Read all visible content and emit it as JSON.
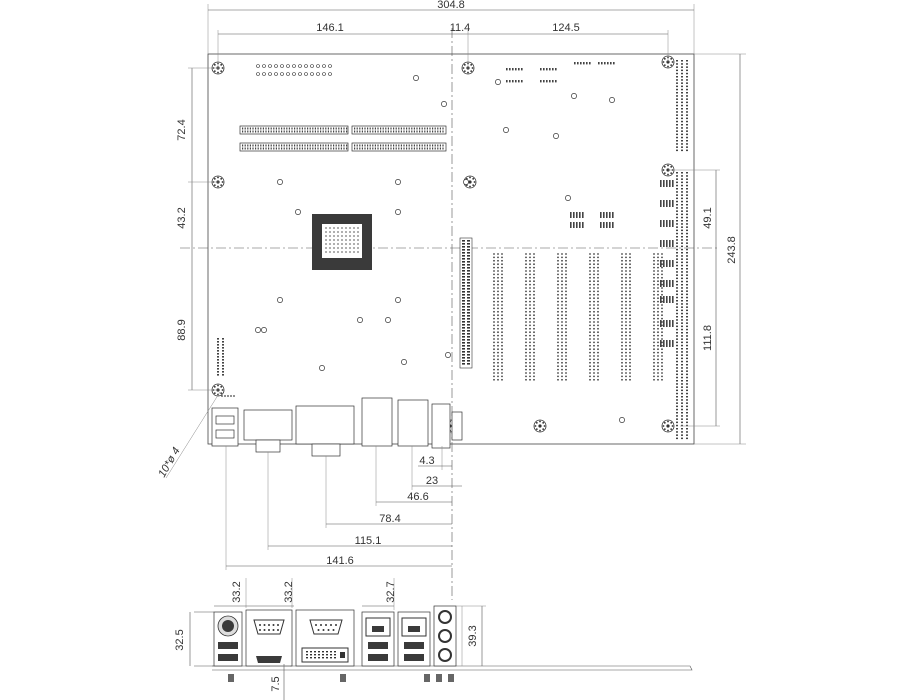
{
  "diagram": {
    "top_view": {
      "overall_width": "304.8",
      "widths": [
        "146.1",
        "11.4",
        "124.5"
      ],
      "left_heights": [
        "72.4",
        "43.2",
        "88.9"
      ],
      "right_heights": [
        "49.1",
        "111.8"
      ],
      "overall_height": "243.8",
      "hole_note": "10*ø 4",
      "io_offsets": [
        "4.3",
        "23",
        "46.6",
        "78.4",
        "115.1",
        "141.6"
      ]
    },
    "io_view": {
      "top_dims": [
        "33.2",
        "33.2",
        "32.7"
      ],
      "left_height": "32.5",
      "right_height": "39.3",
      "bottom_dim": "7.5"
    }
  }
}
